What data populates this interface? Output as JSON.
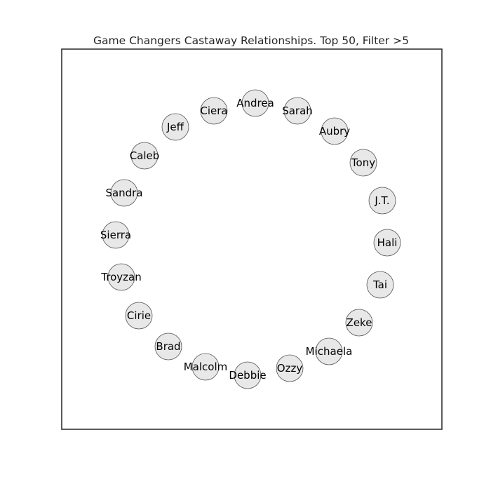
{
  "title": "Game Changers Castaway Relationships. Top 50, Filter >5",
  "style": {
    "node_fill": "#e8e8e8",
    "node_stroke": "#555555",
    "frame_stroke": "#333333",
    "background": "#ffffff"
  },
  "nodes": [
    {
      "name": "Andrea"
    },
    {
      "name": "Sarah"
    },
    {
      "name": "Aubry"
    },
    {
      "name": "Tony"
    },
    {
      "name": "J.T."
    },
    {
      "name": "Hali"
    },
    {
      "name": "Tai"
    },
    {
      "name": "Zeke"
    },
    {
      "name": "Michaela"
    },
    {
      "name": "Ozzy"
    },
    {
      "name": "Debbie"
    },
    {
      "name": "Malcolm"
    },
    {
      "name": "Brad"
    },
    {
      "name": "Cirie"
    },
    {
      "name": "Troyzan"
    },
    {
      "name": "Sierra"
    },
    {
      "name": "Sandra"
    },
    {
      "name": "Caleb"
    },
    {
      "name": "Jeff"
    },
    {
      "name": "Ciera"
    }
  ]
}
